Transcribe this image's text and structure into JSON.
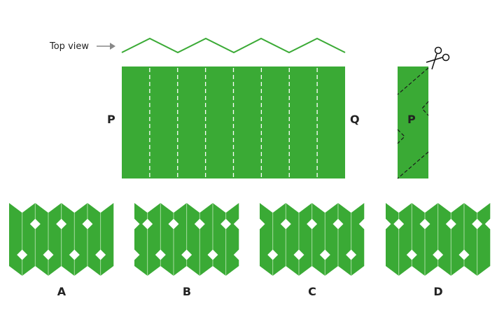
{
  "top_view_label": "Top view",
  "sheet": {
    "left_label": "P",
    "right_label": "Q",
    "fold_count": 8
  },
  "strip": {
    "label": "P"
  },
  "options": [
    {
      "label": "A"
    },
    {
      "label": "B"
    },
    {
      "label": "C"
    },
    {
      "label": "D"
    }
  ],
  "colors": {
    "paper": "#3aaa35",
    "fold_line": "#a6dca0",
    "background": "#ffffff"
  },
  "icons": {
    "scissors": "scissors-icon",
    "arrow": "arrow-right-icon"
  }
}
